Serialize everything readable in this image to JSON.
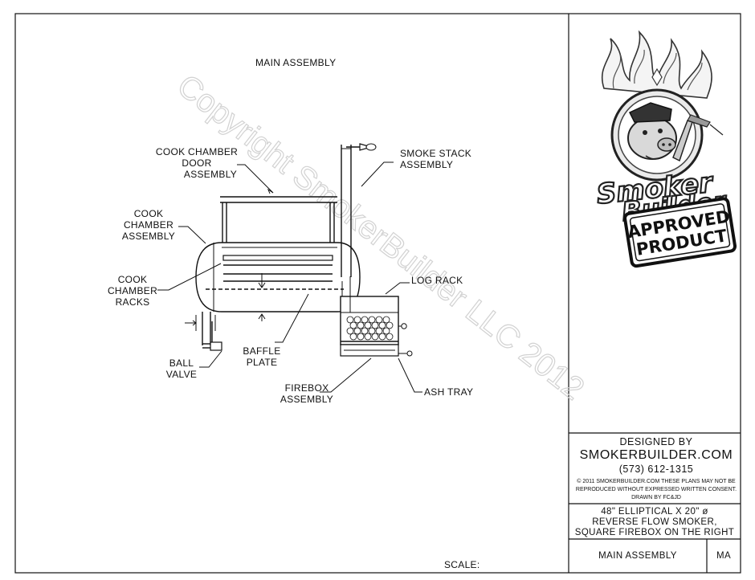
{
  "drawing": {
    "title": "MAIN ASSEMBLY",
    "watermark": "Copyright SmokerBuilder LLC 2012",
    "scale_label": "SCALE:",
    "callouts": {
      "cook_chamber_door": [
        "COOK CHAMBER",
        "DOOR",
        "ASSEMBLY"
      ],
      "smoke_stack": [
        "SMOKE STACK",
        "ASSEMBLY"
      ],
      "cook_chamber": [
        "COOK",
        "CHAMBER",
        "ASSEMBLY"
      ],
      "cook_chamber_racks": [
        "COOK",
        "CHAMBER",
        "RACKS"
      ],
      "log_rack": [
        "LOG RACK"
      ],
      "ball_valve": [
        "BALL",
        "VALVE"
      ],
      "baffle_plate": [
        "BAFFLE",
        "PLATE"
      ],
      "firebox": [
        "FIREBOX",
        "ASSEMBLY"
      ],
      "ash_tray": [
        "ASH TRAY"
      ]
    }
  },
  "logo": {
    "line1": "Smoker",
    "line2": "Builder",
    "stamp_line1": "APPROVED",
    "stamp_line2": "PRODUCT"
  },
  "title_block": {
    "designed_by": "DESIGNED BY",
    "company": "SMOKERBUILDER.COM",
    "phone": "(573) 612-1315",
    "copyright_line1": "© 2011 SMOKERBUILDER.COM THESE PLANS MAY NOT BE",
    "copyright_line2": "REPRODUCED WITHOUT EXPRESSED WRITTEN CONSENT.",
    "drawn_by": "DRAWN BY FC&JD",
    "description": [
      "48\" ELLIPTICAL X 20\" ø",
      "REVERSE FLOW SMOKER,",
      "SQUARE FIREBOX ON THE RIGHT"
    ],
    "sheet_name": "MAIN ASSEMBLY",
    "sheet_code": "MA"
  }
}
